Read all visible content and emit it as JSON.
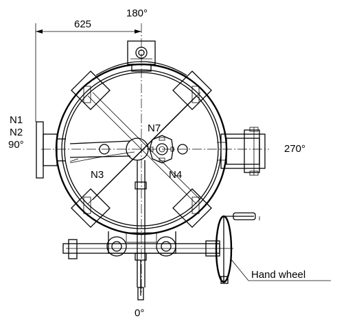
{
  "labels": {
    "angle_top": "180°",
    "angle_bottom": "0°",
    "angle_left": "90°",
    "angle_right": "270°",
    "dimension": "625",
    "nozzle_n1": "N1",
    "nozzle_n2": "N2",
    "nozzle_n3": "N3",
    "nozzle_n4": "N4",
    "nozzle_n7": "N7",
    "hand_wheel": "Hand wheel"
  },
  "colors": {
    "line": "#000000",
    "background": "#ffffff"
  }
}
